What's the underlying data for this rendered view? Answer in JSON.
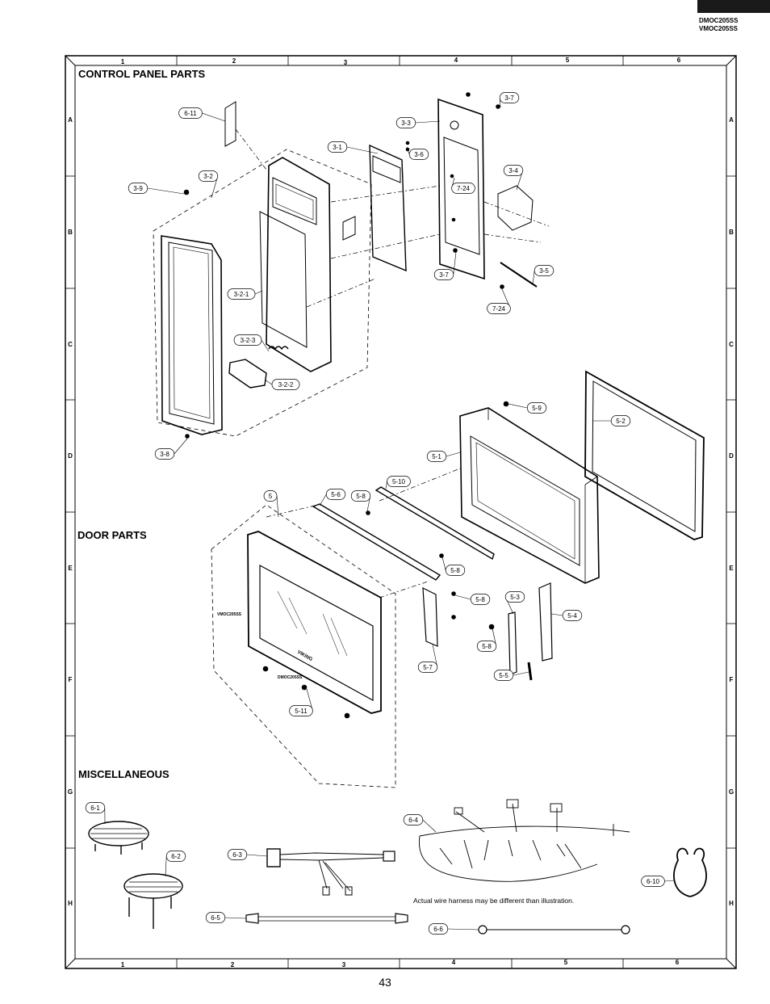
{
  "header": {
    "models": [
      "DMOC205SS",
      "VMOC205SS"
    ]
  },
  "grid": {
    "columns": [
      "1",
      "2",
      "3",
      "4",
      "5",
      "6"
    ],
    "rows": [
      "A",
      "B",
      "C",
      "D",
      "E",
      "F",
      "G",
      "H"
    ]
  },
  "sections": {
    "control_panel": "CONTROL PANEL PARTS",
    "door": "DOOR PARTS",
    "misc": "MISCELLANEOUS"
  },
  "callouts": {
    "c6_11": "6-11",
    "c3_9": "3-9",
    "c3_2": "3-2",
    "c3_1": "3-1",
    "c3_3": "3-3",
    "c3_6": "3-6",
    "c3_7a": "3-7",
    "c7_24a": "7-24",
    "c3_4": "3-4",
    "c3_7b": "3-7",
    "c3_5": "3-5",
    "c7_24b": "7-24",
    "c3_2_1": "3-2-1",
    "c3_2_3": "3-2-3",
    "c3_2_2": "3-2-2",
    "c3_8": "3-8",
    "c5_9": "5-9",
    "c5_2": "5-2",
    "c5_1": "5-1",
    "c5_10": "5-10",
    "c5": "5",
    "c5_6": "5-6",
    "c5_8a": "5-8",
    "c5_8b": "5-8",
    "c5_8c": "5-8",
    "c5_3": "5-3",
    "c5_4": "5-4",
    "c5_8d": "5-8",
    "c5_7": "5-7",
    "c5_5": "5-5",
    "c5_11": "5-11",
    "c6_1": "6-1",
    "c6_2": "6-2",
    "c6_3": "6-3",
    "c6_4": "6-4",
    "c6_10": "6-10",
    "c6_5": "6-5",
    "c6_6": "6-6"
  },
  "door_text": {
    "model_left": "VMOC205SS",
    "model_bottom": "DMOC205SS",
    "brand": "VIKING"
  },
  "harness_note": "Actual wire harness may be different than illustration.",
  "page_number": "43"
}
